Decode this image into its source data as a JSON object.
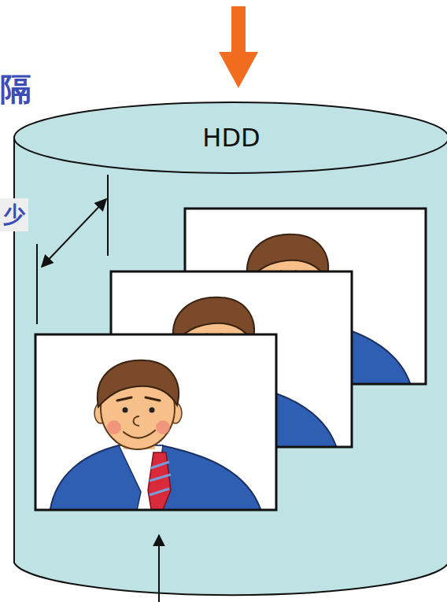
{
  "diagram": {
    "nodes": [
      {
        "text": [
          "HDD"
        ]
      }
    ],
    "labels": [
      "隔",
      "少"
    ]
  }
}
